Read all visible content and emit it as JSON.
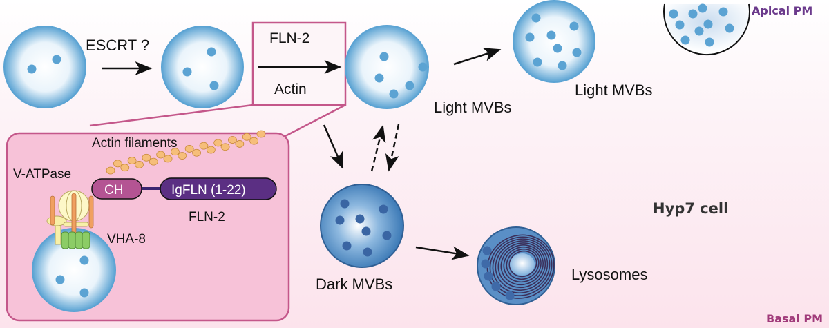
{
  "diagram": {
    "title": "Hyp7 cell",
    "membranes": {
      "apical": "Apical PM",
      "basal": "Basal PM"
    },
    "steps": {
      "escrt": "ESCRT ?",
      "fln2_box_top": "FLN-2",
      "fln2_box_bottom": "Actin"
    },
    "compartments": {
      "light_mvbs_1": "Light MVBs",
      "light_mvbs_2": "Light MVBs",
      "dark_mvbs": "Dark MVBs",
      "lysosomes": "Lysosomes"
    },
    "inset": {
      "actin_filaments": "Actin filaments",
      "v_atpase": "V-ATPase",
      "ch_domain": "CH",
      "igfln_domain": "IgFLN (1-22)",
      "fln2": "FLN-2",
      "vha8": "VHA-8"
    },
    "colors": {
      "vesicle_blue": "#5ba3d3",
      "dark_vesicle": "#3f74ad",
      "magenta_border": "#c4578a",
      "inset_fill": "#f7c2d8",
      "ch_fill": "#b45493",
      "igfln_fill": "#5b2f83",
      "apical_text": "#6b3a8c",
      "basal_text": "#a03a7a",
      "actin": "#f2a85a",
      "vha8": "#7fc05c",
      "v_atpase": "#f8f0a8"
    }
  }
}
